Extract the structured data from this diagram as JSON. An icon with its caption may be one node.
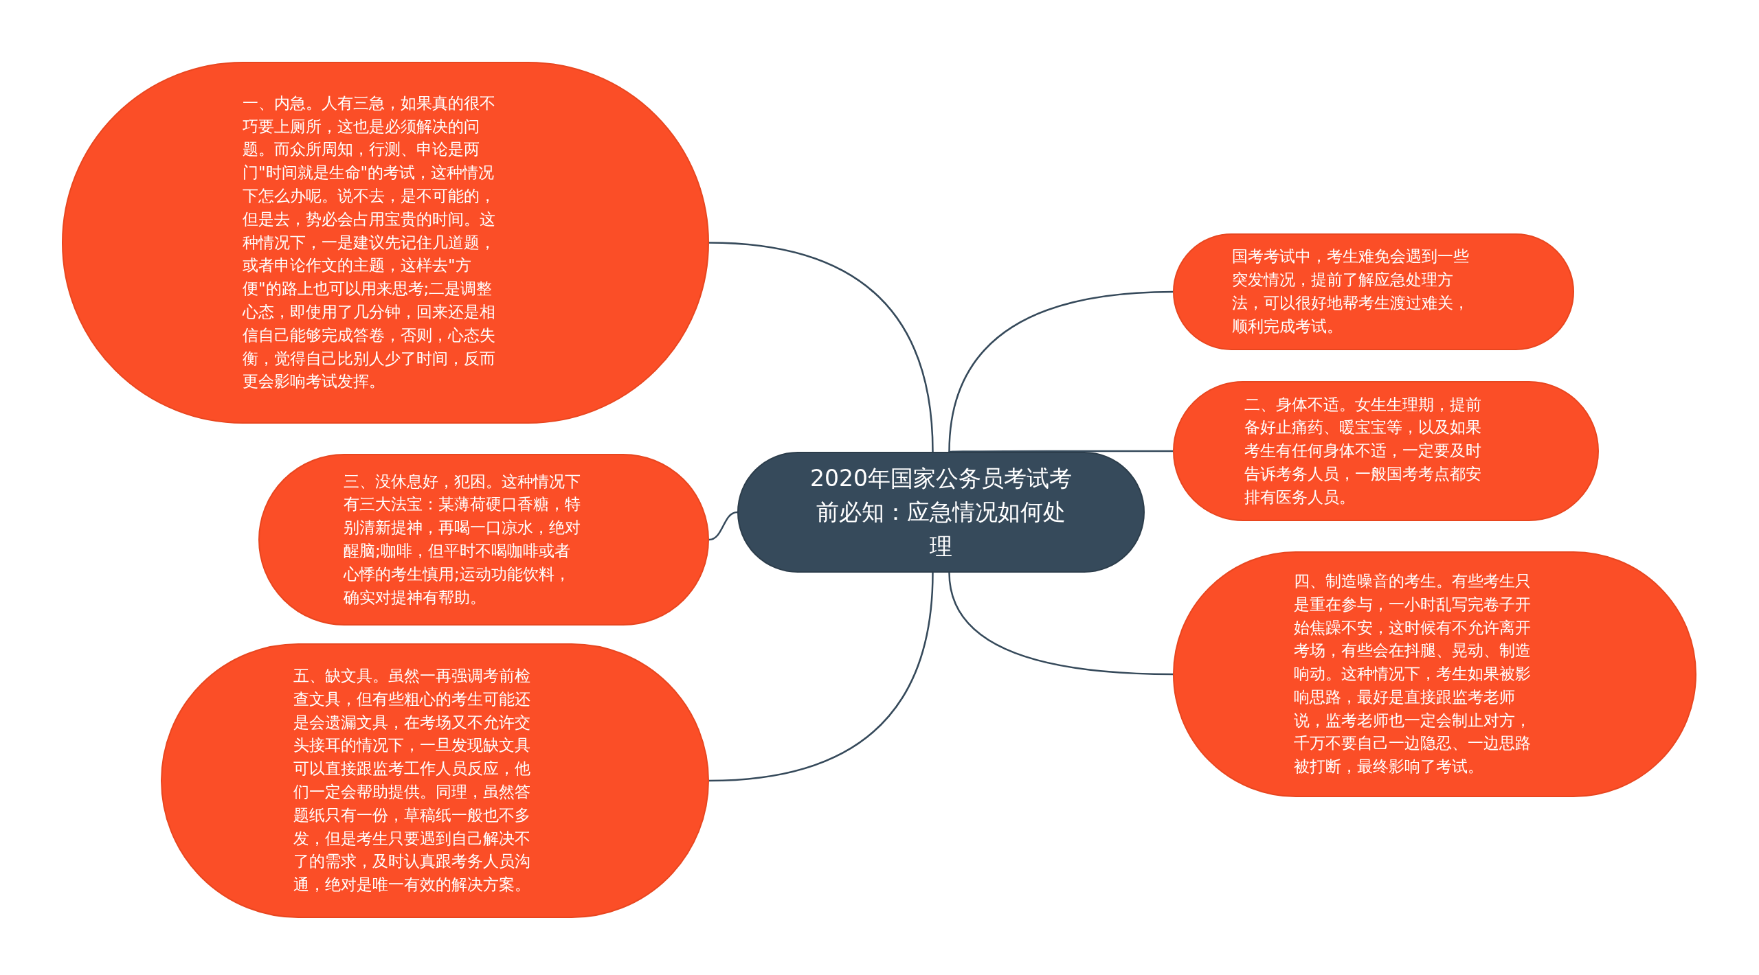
{
  "diagram": {
    "nodes": [
      {
        "text": [
          "2020年国家公务员考试考前必知：应急情况如何处理"
        ]
      },
      {
        "text": [
          "一、内急。人有三急，如果真的很不巧要上厕所，这也是必须解决的问题。而众所周知，行测、申论是两门\"时间就是生命\"的考试，这种情况下怎么办呢。说不去，是不可能的，但是去，势必会占用宝贵的时间。这种情况下，一是建议先记住几道题，或者申论作文的主题，这样去\"方便\"的路上也可以用来思考;二是调整心态，即使用了几分钟，回来还是相信自己能够完成答卷，否则，心态失衡，觉得自己比别人少了时间，反而更会影响考试发挥。"
        ]
      },
      {
        "text": [
          "国考考试中，考生难免会遇到一些突发情况，提前了解应急处理方法，可以很好地帮考生渡过难关，顺利完成考试。"
        ]
      },
      {
        "text": [
          "二、身体不适。女生生理期，提前备好止痛药、暖宝宝等，以及如果考生有任何身体不适，一定要及时告诉考务人员，一般国考考点都安排有医务人员。"
        ]
      },
      {
        "text": [
          "三、没休息好，犯困。这种情况下有三大法宝：某薄荷硬口香糖，特别清新提神，再喝一口凉水，绝对醒脑;咖啡，但平时不喝咖啡或者心悸的考生慎用;运动功能饮料，确实对提神有帮助。"
        ]
      },
      {
        "text": [
          "四、制造噪音的考生。有些考生只是重在参与，一小时乱写完卷子开始焦躁不安，这时候有不允许离开考场，有些会在抖腿、晃动、制造响动。这种情况下，考生如果被影响思路，最好是直接跟监考老师说，监考老师也一定会制止对方，千万不要自己一边隐忍、一边思路被打断，最终影响了考试。"
        ]
      },
      {
        "text": [
          "五、缺文具。虽然一再强调考前检查文具，但有些粗心的考生可能还是会遗漏文具，在考场又不允许交头接耳的情况下，一旦发现缺文具可以直接跟监考工作人员反应，他们一定会帮助提供。同理，虽然答题纸只有一份，草稿纸一般也不多发，但是考生只要遇到自己解决不了的需求，及时认真跟考务人员沟通，绝对是唯一有效的解决方案。"
        ]
      }
    ],
    "edges": [
      {
        "from": 0,
        "to": 1,
        "arrow": "none"
      },
      {
        "from": 0,
        "to": 2,
        "arrow": "none"
      },
      {
        "from": 0,
        "to": 3,
        "arrow": "none"
      },
      {
        "from": 0,
        "to": 4,
        "arrow": "none"
      },
      {
        "from": 0,
        "to": 5,
        "arrow": "none"
      },
      {
        "from": 0,
        "to": 6,
        "arrow": "none"
      }
    ]
  }
}
